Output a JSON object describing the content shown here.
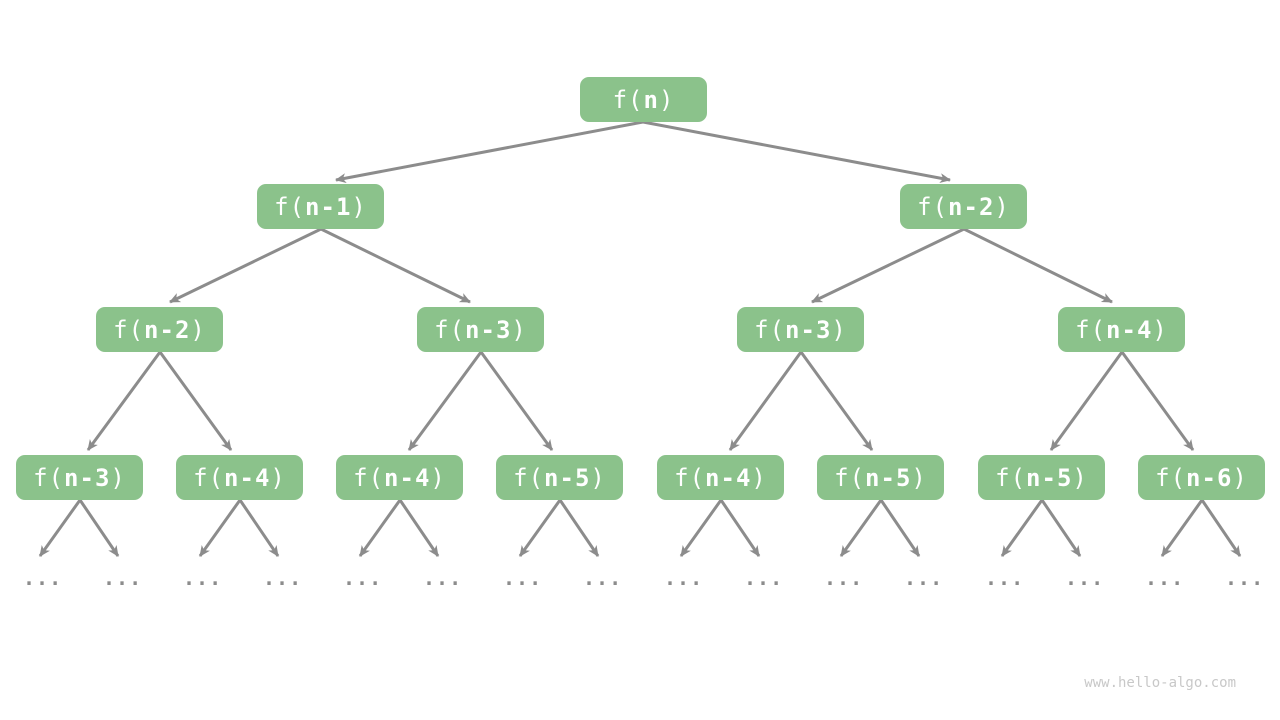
{
  "tree": {
    "root": {
      "pre": "f(",
      "arg": "n",
      "post": ")"
    },
    "level1": [
      {
        "pre": "f(",
        "arg": "n-1",
        "post": ")"
      },
      {
        "pre": "f(",
        "arg": "n-2",
        "post": ")"
      }
    ],
    "level2": [
      {
        "pre": "f(",
        "arg": "n-2",
        "post": ")"
      },
      {
        "pre": "f(",
        "arg": "n-3",
        "post": ")"
      },
      {
        "pre": "f(",
        "arg": "n-3",
        "post": ")"
      },
      {
        "pre": "f(",
        "arg": "n-4",
        "post": ")"
      }
    ],
    "level3": [
      {
        "pre": "f(",
        "arg": "n-3",
        "post": ")"
      },
      {
        "pre": "f(",
        "arg": "n-4",
        "post": ")"
      },
      {
        "pre": "f(",
        "arg": "n-4",
        "post": ")"
      },
      {
        "pre": "f(",
        "arg": "n-5",
        "post": ")"
      },
      {
        "pre": "f(",
        "arg": "n-4",
        "post": ")"
      },
      {
        "pre": "f(",
        "arg": "n-5",
        "post": ")"
      },
      {
        "pre": "f(",
        "arg": "n-5",
        "post": ")"
      },
      {
        "pre": "f(",
        "arg": "n-6",
        "post": ")"
      }
    ]
  },
  "leaf_ellipsis": "...",
  "watermark": "www.hello-algo.com",
  "colors": {
    "node_fill": "#8BC28B",
    "node_text": "#FFFFFF",
    "arrow": "#8C8C8C",
    "watermark_text": "#C8C8C8",
    "background": "#FFFFFF"
  }
}
